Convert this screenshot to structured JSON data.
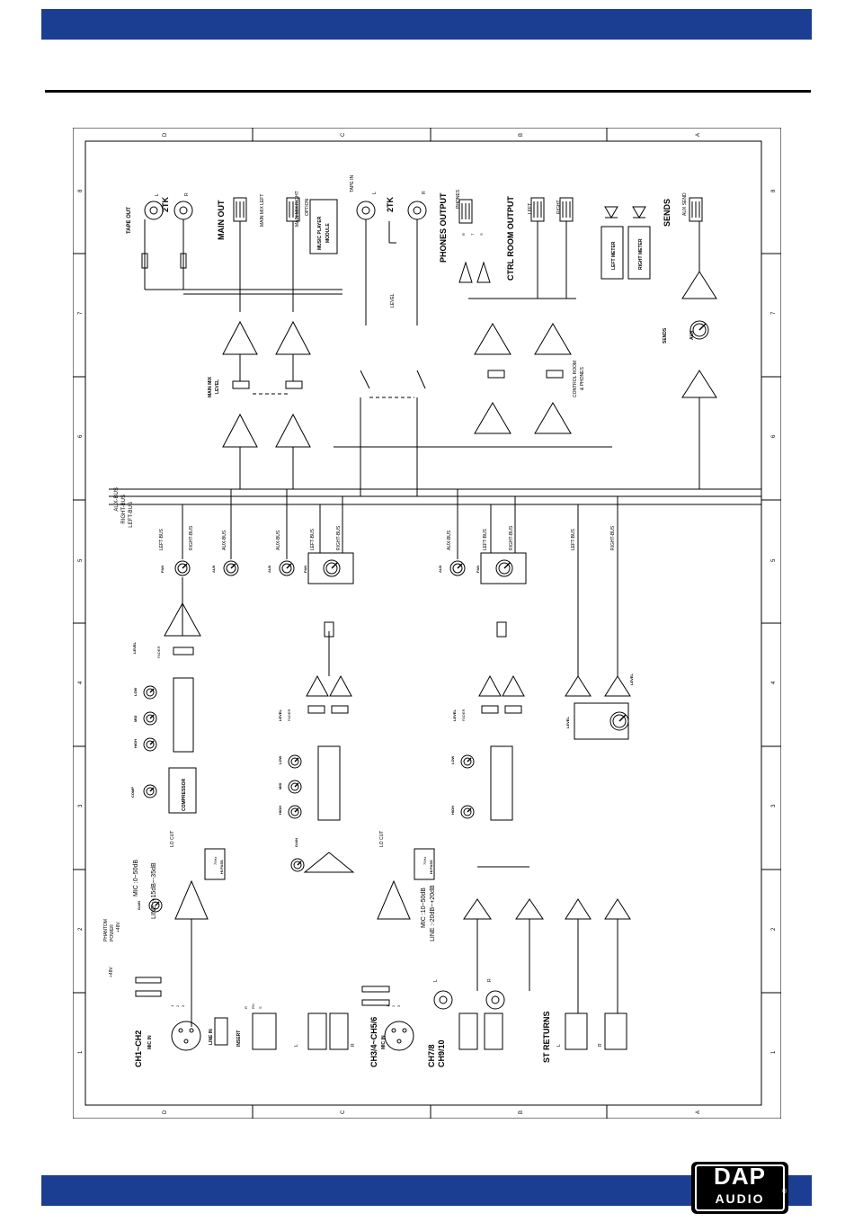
{
  "header": {
    "bar_color": "#1b3e92"
  },
  "footer": {
    "bar_color": "#1b3e92"
  },
  "logo": {
    "top_text": "DAP",
    "bottom_text": "AUDIO",
    "reg_mark": "®"
  },
  "frame": {
    "top_letters": [
      "D",
      "C",
      "B",
      "A"
    ],
    "side_numbers": [
      "8",
      "7",
      "6",
      "5",
      "4",
      "3",
      "2",
      "1"
    ]
  },
  "sections": {
    "tape_out": "TAPE OUT",
    "two_tk": "2TK",
    "tape_in": "TAPE IN",
    "two_tk_in": "2TK",
    "main_out": "MAIN OUT",
    "main_mix_left": "MAIN MIX LEFT",
    "main_mix_right": "MAIN MIX RIGHT",
    "option": "OPTION",
    "music_player_module": [
      "MUSIC PLAYER",
      "MODULE"
    ],
    "phones_output": "PHONES OUTPUT",
    "phones": "PHONES",
    "ctrl_room_output": "CTRL ROOM OUTPUT",
    "left": "LEFT",
    "right": "RIGHT",
    "sends": "SENDS",
    "aux_send": "AUX SEND",
    "left_meter": "LEFT METER",
    "right_meter": "RIGHT METER",
    "level": "LEVEL",
    "main_mix_level": [
      "MAIN MIX",
      "LEVEL"
    ],
    "control_room_phones": [
      "CONTROL ROOM",
      "& PHONES"
    ],
    "sends_aux": "SENDS",
    "aux": "AUX",
    "aux_bus": "AUX-BUS",
    "right_bus": "RIGHT-BUS",
    "left_bus": "LEFT-BUS"
  },
  "channels": {
    "ch1_2": "CH1~CH2",
    "mic_in": "MIC IN",
    "line_in": "LINE IN",
    "insert": "INSERT",
    "ch3_6": "CH3/4~CH5/6",
    "ch7_10": [
      "CH7/8",
      "CH9/10"
    ],
    "st_returns": "ST RETURNS",
    "mic_range_1": "MIC :0~50dB",
    "line_range_1": "LINE :+15dB~-35dB",
    "mic_range_2": "MIC :10~50dB",
    "line_range_2": "LINE :-20dB~+20dB",
    "lo_cut": "LO CUT",
    "hi_pass": [
      "75Hz",
      "HI PASS"
    ],
    "compressor": "COMPRESSOR",
    "comp": "COMP",
    "gain": "GAIN",
    "phantom": [
      "PHANTOM",
      "POWER",
      "+48V"
    ],
    "plus48": "+48V",
    "low": "LOW",
    "mid": "MID",
    "high": "HIGH",
    "fader": "FADER",
    "level": "LEVEL",
    "pan": "PAN",
    "aux": "AUX",
    "L": "L",
    "R": "R",
    "pins": [
      "1",
      "2",
      "3"
    ],
    "trs": [
      "T",
      "R",
      "S"
    ],
    "rn": [
      "R",
      "RN",
      "S"
    ]
  }
}
